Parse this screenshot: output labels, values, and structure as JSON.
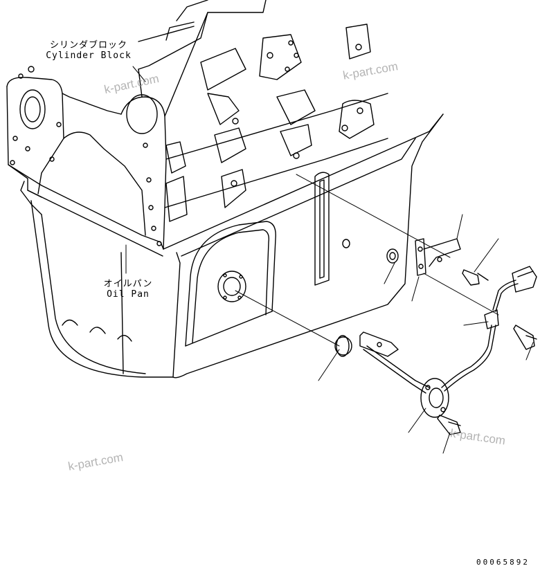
{
  "labels": {
    "cylinder_block_jp": "シリンダブロック",
    "cylinder_block_en": "Cylinder Block",
    "oil_pan_jp": "オイルパン",
    "oil_pan_en": "Oil Pan"
  },
  "watermarks": [
    "k-part.com",
    "k-part.com",
    "k-part.com",
    "k-part.com"
  ],
  "drawing_number": "00065892"
}
